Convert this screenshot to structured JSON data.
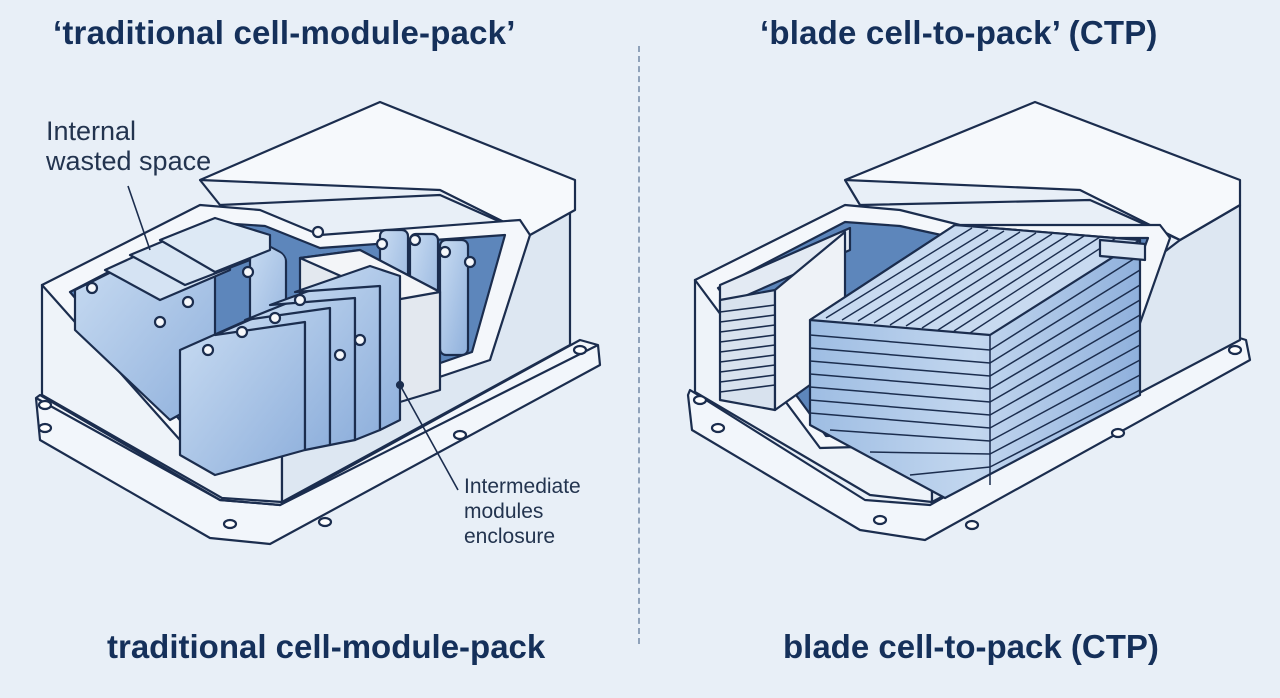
{
  "left_panel": {
    "title": "‘traditional cell-module-pack’",
    "caption": "traditional cell-module-pack",
    "callouts": {
      "internal_wasted_space": [
        "Internal",
        "wasted space"
      ],
      "intermediate_modules_enclosure": [
        "Intermediate",
        "modules",
        "enclosure"
      ]
    }
  },
  "right_panel": {
    "title": "‘blade cell-to-pack’ (CTP)",
    "caption": "blade cell-to-pack (CTP)"
  },
  "colors": {
    "background": "#e8eff7",
    "title_text": "#15305a",
    "outline": "#1b2d4e",
    "casing": "#f4f7fb",
    "cell_fill": "#a9c4e6"
  }
}
